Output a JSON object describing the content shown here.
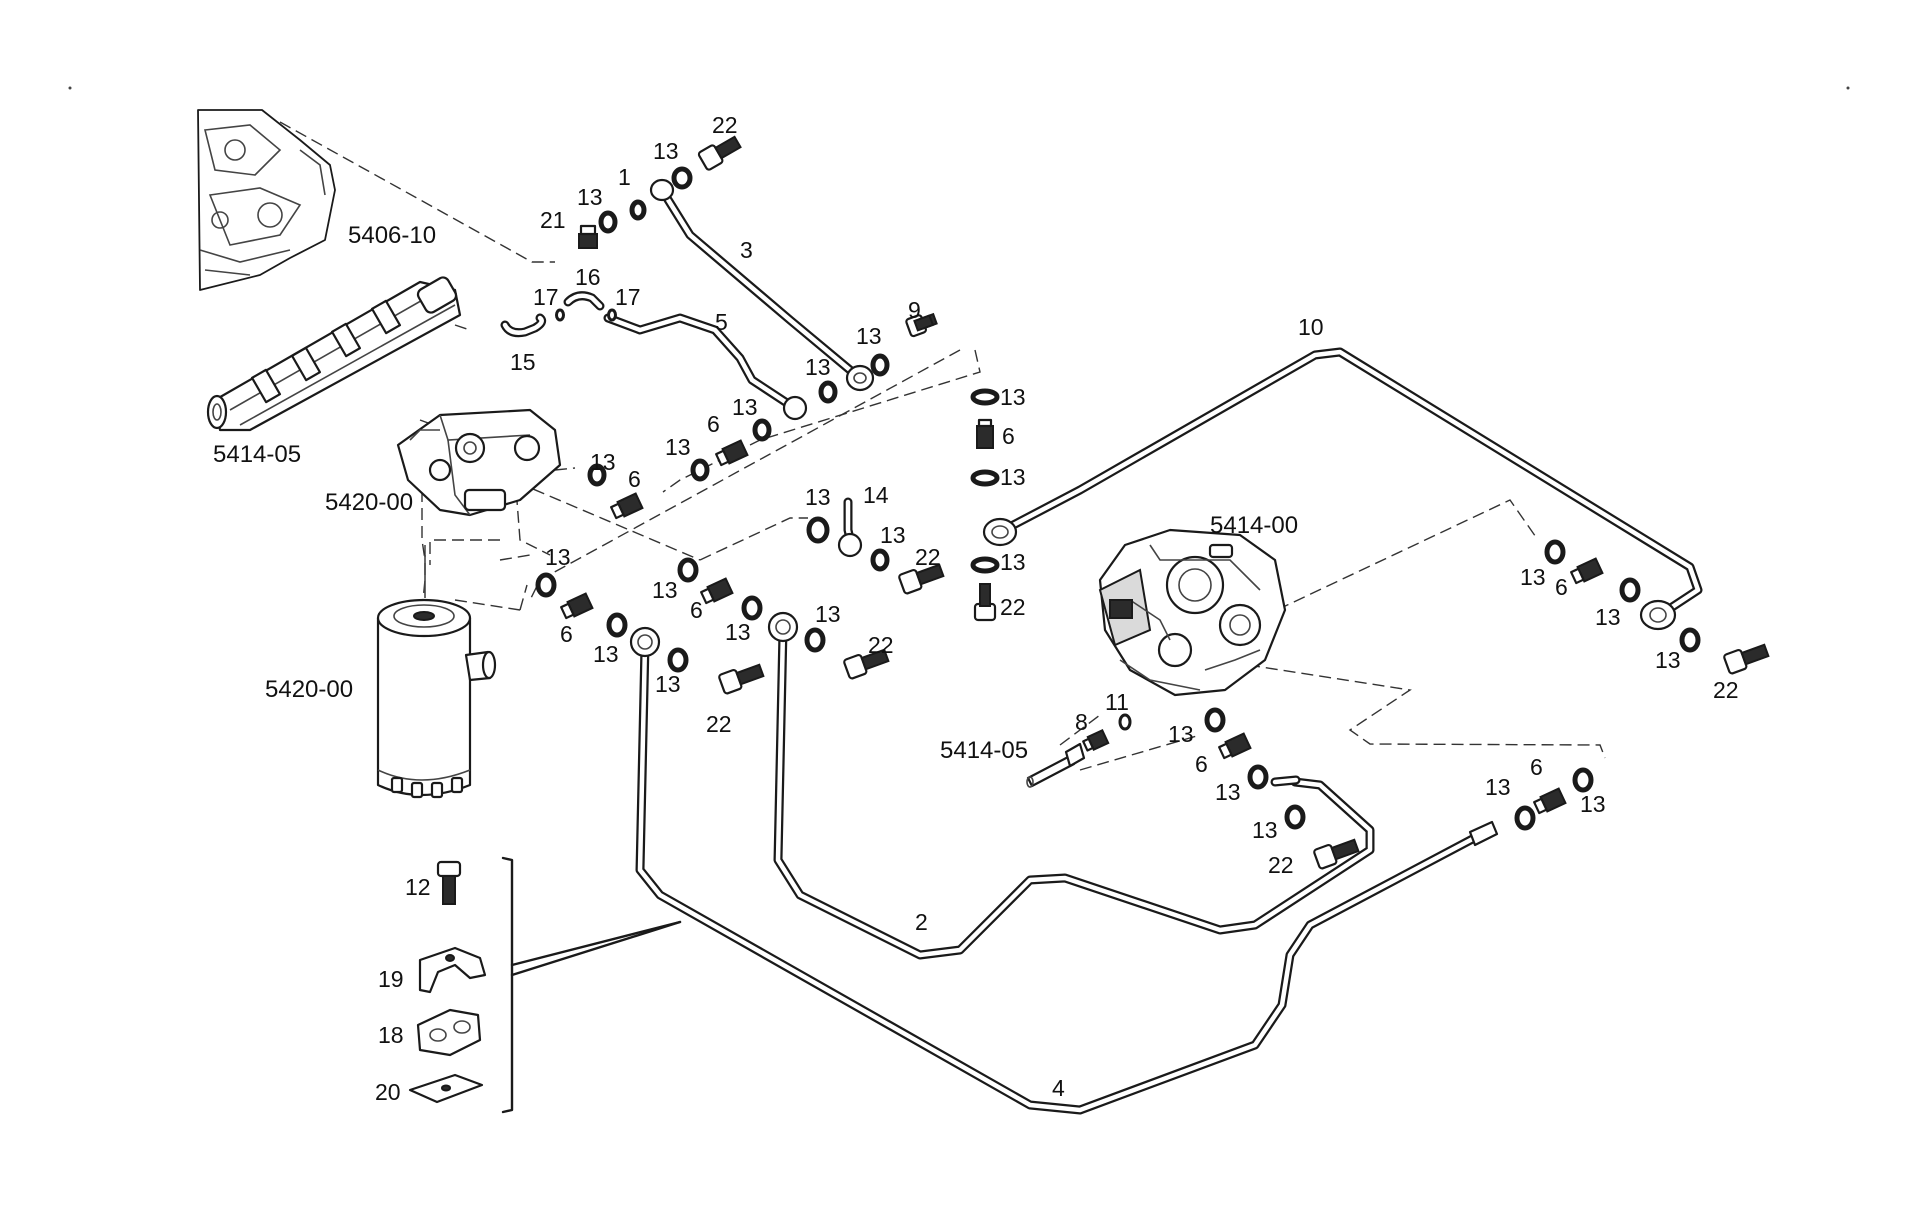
{
  "colors": {
    "ink": "#1a1a1a",
    "background": "#ffffff"
  },
  "assemblies": {
    "a5406_10": "5406-10",
    "a5414_05_rail": "5414-05",
    "a5420_00_head": "5420-00",
    "a5420_00_filter": "5420-00",
    "a5414_00": "5414-00",
    "a5414_05_pump": "5414-05"
  },
  "labels": {
    "l22a": "22",
    "l13a": "13",
    "l1": "1",
    "l13b": "13",
    "l21": "21",
    "l3": "3",
    "l17a": "17",
    "l16": "16",
    "l17b": "17",
    "l5": "5",
    "l15": "15",
    "l9": "9",
    "l13c": "13",
    "l13d": "13",
    "l6a": "6",
    "l13e": "13",
    "l13f": "13",
    "l13g": "13",
    "l6b": "6",
    "l10": "10",
    "l13h": "13",
    "l6c": "6",
    "l13i": "13",
    "l13j": "13",
    "l22b": "22",
    "l13k": "13",
    "l14": "14",
    "l13l": "13",
    "l22c": "22",
    "l13m": "13",
    "l13n": "13",
    "l6d": "6",
    "l13o": "13",
    "l13p": "13",
    "l22d": "22",
    "l6e": "6",
    "l13q": "13",
    "l13r": "13",
    "l22e": "22",
    "l13s": "13",
    "l6f": "6",
    "l13t": "13",
    "l13u": "13",
    "l22f": "22",
    "l11": "11",
    "l8": "8",
    "l13v": "13",
    "l6g": "6",
    "l13w": "13",
    "l13x": "13",
    "l22g": "22",
    "l13y": "13",
    "l6h": "6",
    "l13z": "13",
    "l2": "2",
    "l4": "4",
    "l12": "12",
    "l19": "19",
    "l18": "18",
    "l20": "20"
  }
}
